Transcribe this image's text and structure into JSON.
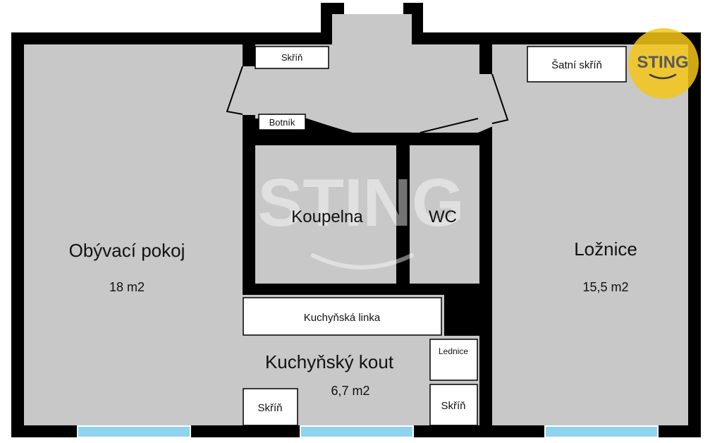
{
  "watermark": {
    "text": "STING",
    "color": "#ffffff"
  },
  "logo": {
    "text": "STING",
    "badge_color": "#f5c518",
    "text_color": "#5a5a5a"
  },
  "colors": {
    "wall": "#000000",
    "floor": "#c8c8c8",
    "furniture": "#ffffff",
    "window": "#8fd3ee"
  },
  "rooms": {
    "living": {
      "name": "Obývací pokoj",
      "area": "18 m2"
    },
    "bedroom": {
      "name": "Ložnice",
      "area": "15,5 m2"
    },
    "bathroom": {
      "name": "Koupelna"
    },
    "wc": {
      "name": "WC"
    },
    "kitchen": {
      "name": "Kuchyňský kout",
      "area": "6,7 m2"
    }
  },
  "furniture": {
    "hall_wardrobe": "Skříň",
    "shoe_cabinet": "Botník",
    "walk_in_wardrobe": "Šatní skříň",
    "kitchen_counter": "Kuchyňská linka",
    "fridge": "Lednice",
    "kitchen_wardrobe_left": "Skříň",
    "kitchen_wardrobe_right": "Skříň"
  }
}
